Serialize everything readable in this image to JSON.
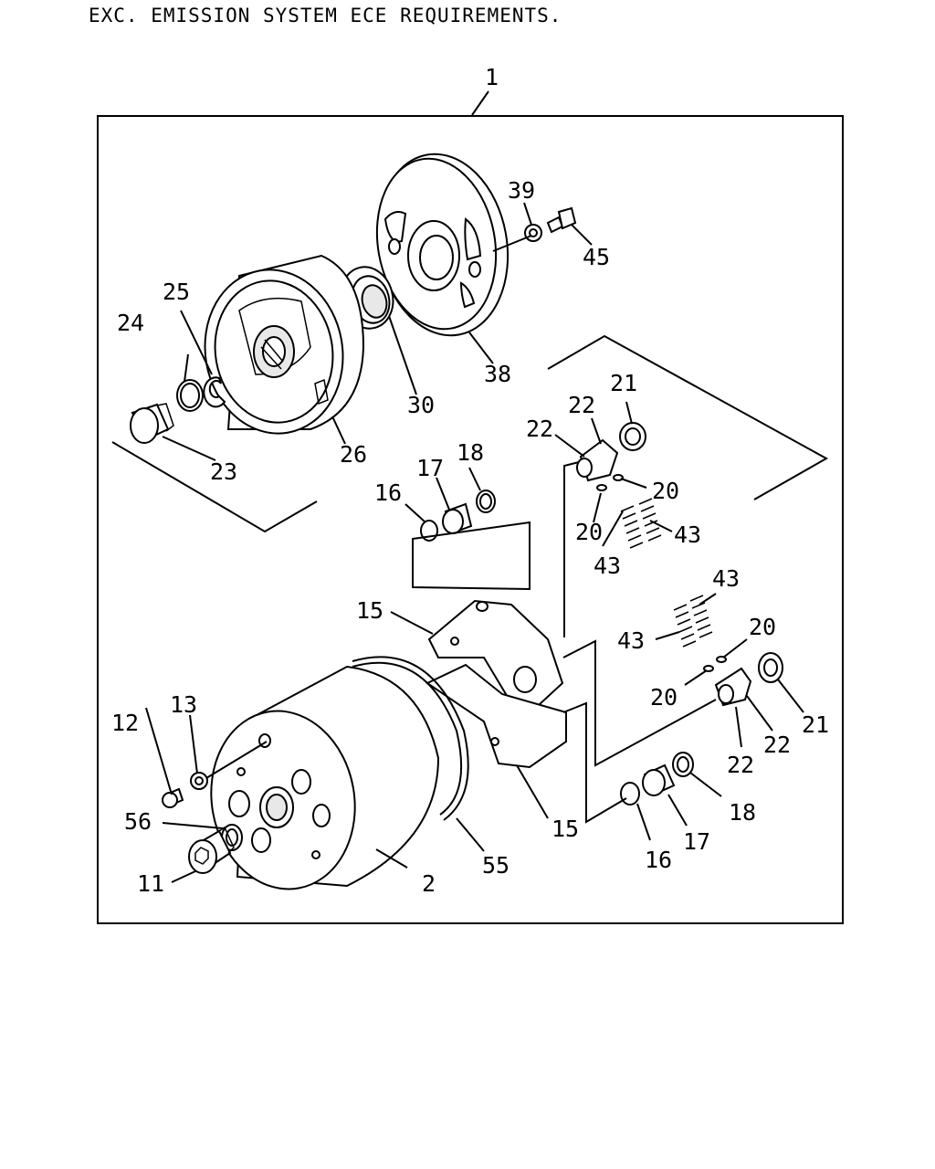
{
  "header": "EXC. EMISSION SYSTEM ECE REQUIREMENTS.",
  "labels": {
    "l1": "1",
    "l2": "2",
    "l11": "11",
    "l12": "12",
    "l13": "13",
    "l15a": "15",
    "l15b": "15",
    "l16a": "16",
    "l16b": "16",
    "l17a": "17",
    "l17b": "17",
    "l18a": "18",
    "l18b": "18",
    "l20a": "20",
    "l20b": "20",
    "l20c": "20",
    "l20d": "20",
    "l21a": "21",
    "l21b": "21",
    "l22a": "22",
    "l22b": "22",
    "l22c": "22",
    "l22d": "22",
    "l23": "23",
    "l24": "24",
    "l25": "25",
    "l26": "26",
    "l30": "30",
    "l38": "38",
    "l39": "39",
    "l43a": "43",
    "l43b": "43",
    "l43c": "43",
    "l43d": "43",
    "l45": "45",
    "l55": "55",
    "l56": "56"
  }
}
